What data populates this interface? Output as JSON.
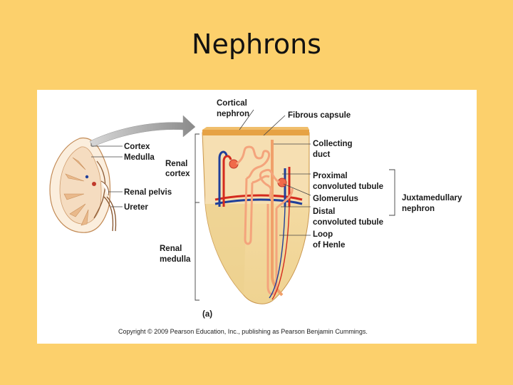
{
  "slide": {
    "title": "Nephrons"
  },
  "figure": {
    "panel_letter": "(a)",
    "copyright": "Copyright © 2009 Pearson Education, Inc., publishing as Pearson Benjamin Cummings.",
    "labels": {
      "cortical_nephron_1": "Cortical",
      "cortical_nephron_2": "nephron",
      "fibrous_capsule": "Fibrous capsule",
      "cortex": "Cortex",
      "medulla": "Medulla",
      "renal_cortex_1": "Renal",
      "renal_cortex_2": "cortex",
      "renal_pelvis": "Renal pelvis",
      "ureter": "Ureter",
      "renal_medulla_1": "Renal",
      "renal_medulla_2": "medulla",
      "collecting_duct_1": "Collecting",
      "collecting_duct_2": "duct",
      "proximal_1": "Proximal",
      "proximal_2": "convoluted tubule",
      "glomerulus": "Glomerulus",
      "distal_1": "Distal",
      "distal_2": "convoluted tubule",
      "loop_1": "Loop",
      "loop_2": "of Henle",
      "juxta_1": "Juxtamedullary",
      "juxta_2": "nephron"
    },
    "colors": {
      "slide_background": "#fcd06c",
      "cortex_fill": "#f6d9a8",
      "medulla_fill": "#f3dca3",
      "capsule": "#e6a244",
      "artery": "#d42a1e",
      "vein": "#1f3f9a",
      "tubule": "#f4a47c"
    }
  }
}
